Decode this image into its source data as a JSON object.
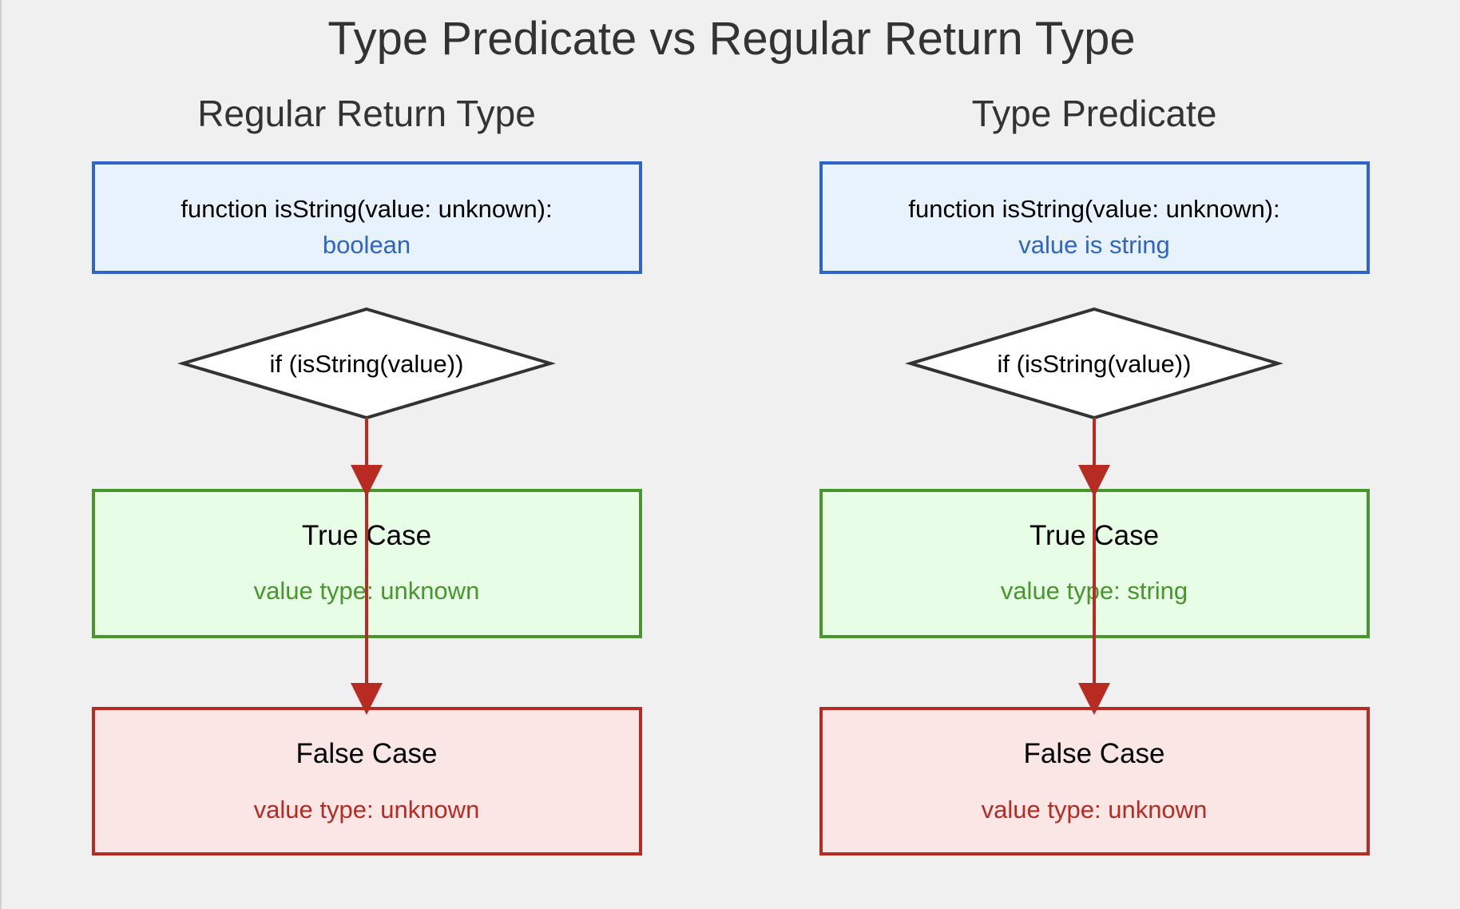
{
  "title": "Type Predicate vs Regular Return Type",
  "colors": {
    "background": "#f0f0f0",
    "text": "#333333",
    "function_fill": "#e8f2fc",
    "function_stroke": "#2f64c8",
    "decision_stroke": "#333333",
    "true_fill": "#e8fde6",
    "true_stroke": "#47962e",
    "false_fill": "#fbe6e6",
    "false_stroke": "#b72b23",
    "arrow": "#b72b23"
  },
  "panels": {
    "regular": {
      "heading": "Regular Return Type",
      "function_line": "function isString(value: unknown):",
      "return_type": "boolean",
      "condition": "if (isString(value))",
      "true_title": "True Case",
      "true_type": "value type: unknown",
      "false_title": "False Case",
      "false_type": "value type: unknown"
    },
    "predicate": {
      "heading": "Type Predicate",
      "function_line": "function isString(value: unknown):",
      "return_type": "value is string",
      "condition": "if (isString(value))",
      "true_title": "True Case",
      "true_type": "value type: string",
      "false_title": "False Case",
      "false_type": "value type: unknown"
    }
  }
}
